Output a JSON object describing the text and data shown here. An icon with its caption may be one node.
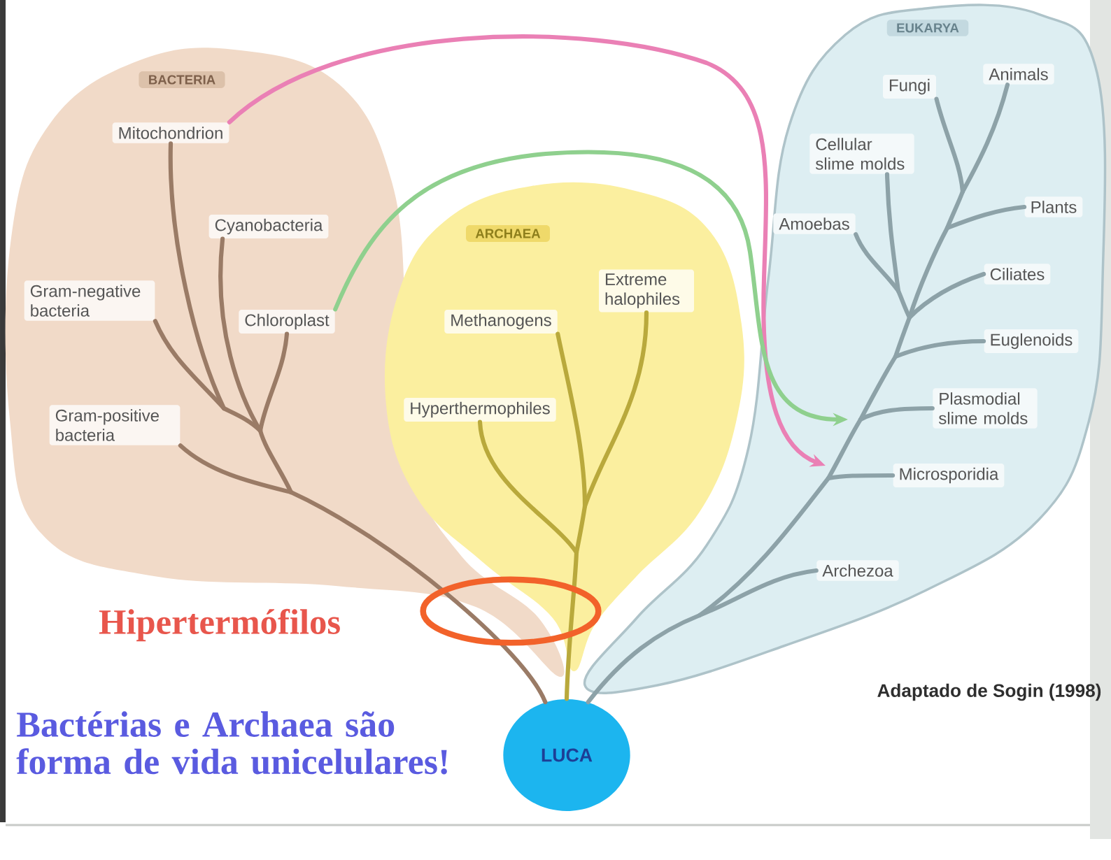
{
  "diagram": {
    "nodes": [
      {
        "text": [
          "BACTERIA"
        ]
      },
      {
        "text": [
          "Mitochondrion"
        ],
        "in": 0
      },
      {
        "text": [
          "Cyanobacteria"
        ],
        "in": 0
      },
      {
        "text": [
          "Gram-negative bacteria"
        ],
        "in": 0
      },
      {
        "text": [
          "Chloroplast"
        ],
        "in": 0
      },
      {
        "text": [
          "Gram-positive bacteria"
        ],
        "in": 0
      },
      {
        "text": [
          "ARCHAEA"
        ]
      },
      {
        "text": [
          "Extreme halophiles"
        ],
        "in": 6
      },
      {
        "text": [
          "Methanogens"
        ],
        "in": 6
      },
      {
        "text": [
          "Hyperthermophiles"
        ],
        "in": 6
      },
      {
        "text": [
          "EUKARYA"
        ]
      },
      {
        "text": [
          "Animals"
        ],
        "in": 10
      },
      {
        "text": [
          "Fungi"
        ],
        "in": 10
      },
      {
        "text": [
          "Cellular slime molds"
        ],
        "in": 10
      },
      {
        "text": [
          "Plants"
        ],
        "in": 10
      },
      {
        "text": [
          "Amoebas"
        ],
        "in": 10
      },
      {
        "text": [
          "Ciliates"
        ],
        "in": 10
      },
      {
        "text": [
          "Euglenoids"
        ],
        "in": 10
      },
      {
        "text": [
          "Plasmodial slime molds"
        ],
        "in": 10
      },
      {
        "text": [
          "Microsporidia"
        ],
        "in": 10
      },
      {
        "text": [
          "Archezoa"
        ],
        "in": 10
      },
      {
        "text": [
          "LUCA"
        ]
      }
    ],
    "edges": [
      {
        "from": 21,
        "to": 1,
        "arrow": "none",
        "color": "#9a7b66"
      },
      {
        "from": 21,
        "to": 2,
        "arrow": "none",
        "color": "#9a7b66"
      },
      {
        "from": 21,
        "to": 3,
        "arrow": "none",
        "color": "#9a7b66"
      },
      {
        "from": 21,
        "to": 4,
        "arrow": "none",
        "color": "#9a7b66"
      },
      {
        "from": 21,
        "to": 5,
        "arrow": "none",
        "color": "#9a7b66"
      },
      {
        "from": 21,
        "to": 7,
        "arrow": "none",
        "color": "#b9a93c"
      },
      {
        "from": 21,
        "to": 8,
        "arrow": "none",
        "color": "#b9a93c"
      },
      {
        "from": 21,
        "to": 9,
        "arrow": "none",
        "color": "#b9a93c"
      },
      {
        "from": 21,
        "to": 11,
        "arrow": "none"
      },
      {
        "from": 21,
        "to": 12,
        "arrow": "none"
      },
      {
        "from": 21,
        "to": 13,
        "arrow": "none"
      },
      {
        "from": 21,
        "to": 14,
        "arrow": "none"
      },
      {
        "from": 21,
        "to": 15,
        "arrow": "none"
      },
      {
        "from": 21,
        "to": 16,
        "arrow": "none"
      },
      {
        "from": 21,
        "to": 17,
        "arrow": "none"
      },
      {
        "from": 21,
        "to": 18,
        "arrow": "none"
      },
      {
        "from": 21,
        "to": 19,
        "arrow": "none"
      },
      {
        "from": 21,
        "to": 20,
        "arrow": "none"
      },
      {
        "from": 1,
        "to": null,
        "arrow": "to",
        "color": "#ea80b5"
      },
      {
        "from": 4,
        "to": null,
        "arrow": "to",
        "color": "#8fd08e"
      }
    ],
    "labels": [
      "Hipertermófilos",
      "Bactérias e Archaea são forma de vida unicelulares!",
      "Adaptado de Sogin (1998)"
    ]
  }
}
